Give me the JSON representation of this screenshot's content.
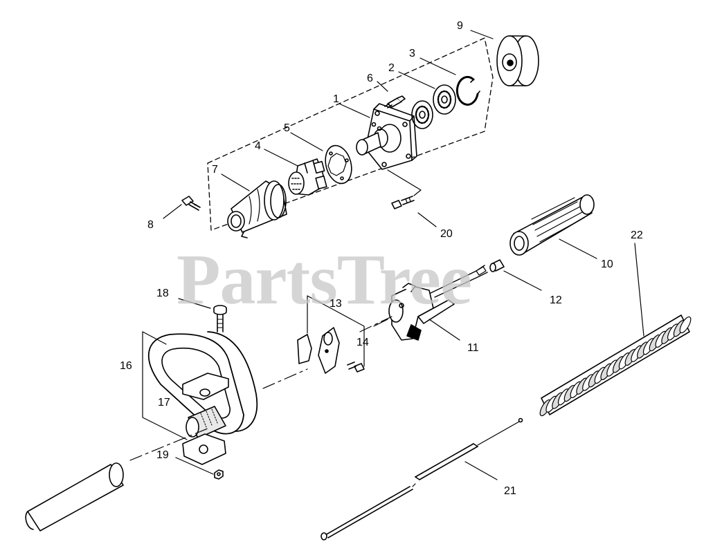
{
  "watermark": "PartsTree",
  "callouts": [
    {
      "id": "9",
      "label": "9",
      "part": "wheel"
    },
    {
      "id": "3",
      "label": "3",
      "part": "snap-ring"
    },
    {
      "id": "2",
      "label": "2",
      "part": "bearing-outer"
    },
    {
      "id": "6",
      "label": "6",
      "part": "screw-small"
    },
    {
      "id": "1",
      "label": "1",
      "part": "gear-housing"
    },
    {
      "id": "5",
      "label": "5",
      "part": "gasket"
    },
    {
      "id": "4",
      "label": "4",
      "part": "coupler"
    },
    {
      "id": "7",
      "label": "7",
      "part": "cone-housing"
    },
    {
      "id": "8",
      "label": "8",
      "part": "bolt"
    },
    {
      "id": "20",
      "label": "20",
      "part": "screw"
    },
    {
      "id": "22",
      "label": "22",
      "part": "flex-shaft"
    },
    {
      "id": "10",
      "label": "10",
      "part": "grip"
    },
    {
      "id": "12",
      "label": "12",
      "part": "stopper"
    },
    {
      "id": "11",
      "label": "11",
      "part": "throttle-handle"
    },
    {
      "id": "13",
      "label": "13",
      "part": "clamp"
    },
    {
      "id": "14",
      "label": "14",
      "part": "clamp-screw"
    },
    {
      "id": "18",
      "label": "18",
      "part": "handle-bolt"
    },
    {
      "id": "16",
      "label": "16",
      "part": "loop-handle"
    },
    {
      "id": "17",
      "label": "17",
      "part": "handle-spacer"
    },
    {
      "id": "19",
      "label": "19",
      "part": "nut"
    },
    {
      "id": "21",
      "label": "21",
      "part": "throttle-cable"
    }
  ]
}
